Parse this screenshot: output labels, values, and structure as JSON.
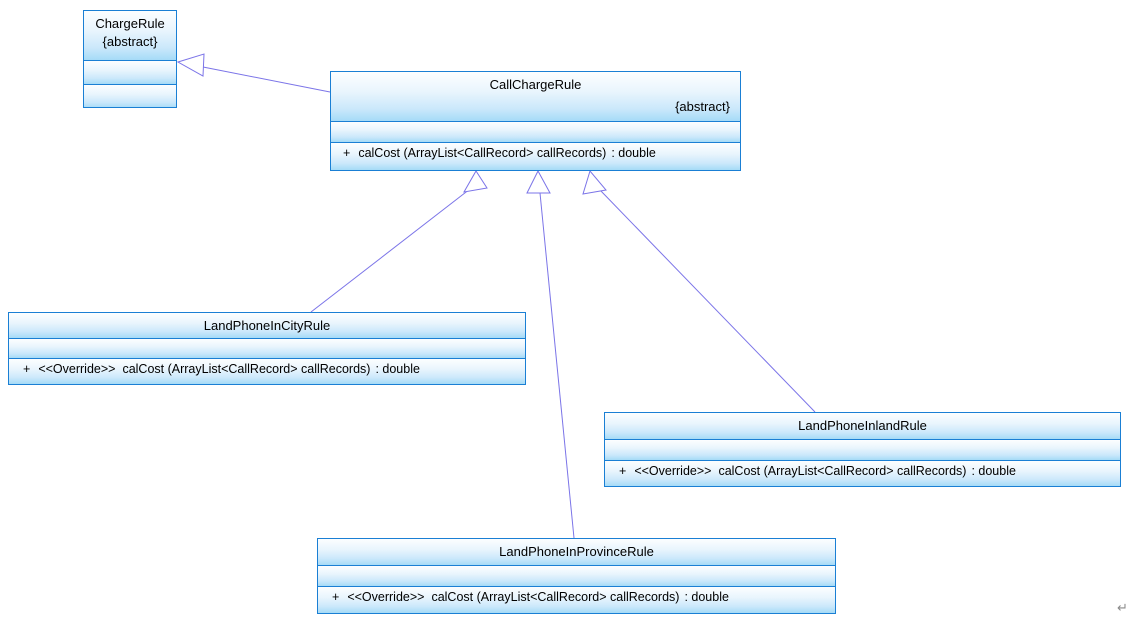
{
  "diagram": {
    "type": "uml-class-diagram",
    "background": "#ffffff",
    "edge_color": "#7b74e8",
    "class_border_color": "#1a7fd4",
    "class_fill_top": "#fdfeff",
    "class_fill_bottom": "#a8dcf7",
    "end_mark": "↵"
  },
  "classes": {
    "charge_rule": {
      "name": "ChargeRule",
      "abstract_label": "{abstract}",
      "operations": []
    },
    "call_charge_rule": {
      "name": "CallChargeRule",
      "abstract_label": "{abstract}",
      "operations": [
        {
          "visibility": "+",
          "stereotype": "",
          "signature": "calCost (ArrayList<CallRecord> callRecords)",
          "return": ": double"
        }
      ]
    },
    "land_phone_in_city_rule": {
      "name": "LandPhoneInCityRule",
      "abstract_label": "",
      "operations": [
        {
          "visibility": "+",
          "stereotype": "<<Override>>",
          "signature": "calCost (ArrayList<CallRecord> callRecords)",
          "return": ": double"
        }
      ]
    },
    "land_phone_inland_rule": {
      "name": "LandPhoneInlandRule",
      "abstract_label": "",
      "operations": [
        {
          "visibility": "+",
          "stereotype": "<<Override>>",
          "signature": "calCost (ArrayList<CallRecord> callRecords)",
          "return": ": double"
        }
      ]
    },
    "land_phone_in_province_rule": {
      "name": "LandPhoneInProvinceRule",
      "abstract_label": "",
      "operations": [
        {
          "visibility": "+",
          "stereotype": "<<Override>>",
          "signature": "calCost (ArrayList<CallRecord> callRecords)",
          "return": ": double"
        }
      ]
    }
  },
  "relationships": [
    {
      "kind": "generalization",
      "from": "CallChargeRule",
      "to": "ChargeRule"
    },
    {
      "kind": "generalization",
      "from": "LandPhoneInCityRule",
      "to": "CallChargeRule"
    },
    {
      "kind": "generalization",
      "from": "LandPhoneInProvinceRule",
      "to": "CallChargeRule"
    },
    {
      "kind": "generalization",
      "from": "LandPhoneInlandRule",
      "to": "CallChargeRule"
    }
  ]
}
